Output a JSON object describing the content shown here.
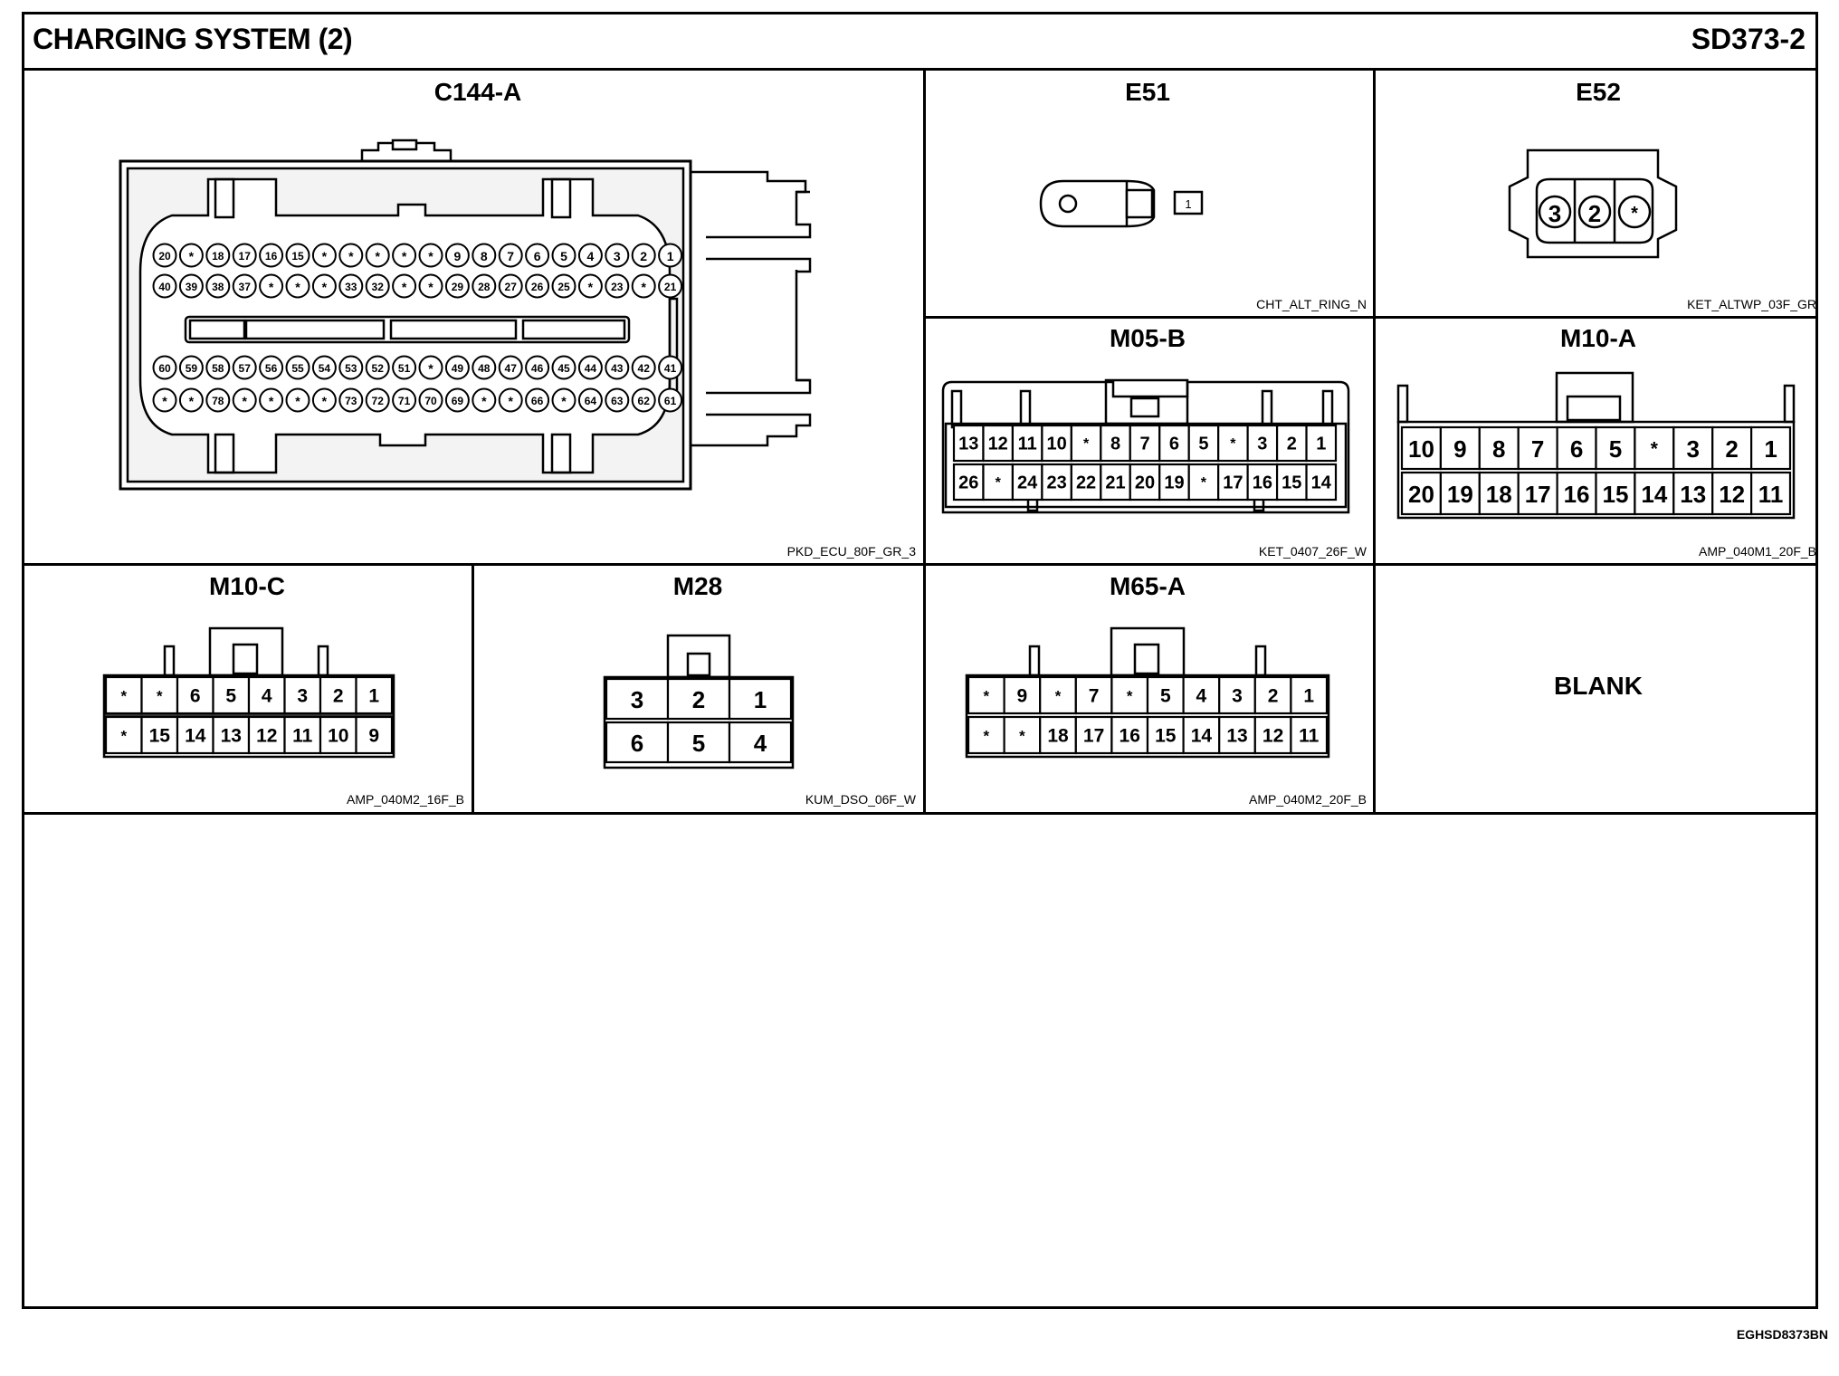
{
  "header": {
    "title": "CHARGING SYSTEM (2)",
    "code": "SD373-2"
  },
  "footer": {
    "code": "EGHSD8373BN"
  },
  "connectors": {
    "c144a": {
      "name": "C144-A",
      "part": "PKD_ECU_80F_GR_3",
      "rows": [
        [
          "20",
          "*",
          "18",
          "17",
          "16",
          "15",
          "*",
          "*",
          "*",
          "*",
          "*",
          "9",
          "8",
          "7",
          "6",
          "5",
          "4",
          "3",
          "2",
          "1"
        ],
        [
          "40",
          "39",
          "38",
          "37",
          "*",
          "*",
          "*",
          "33",
          "32",
          "*",
          "*",
          "29",
          "28",
          "27",
          "26",
          "25",
          "*",
          "23",
          "*",
          "21"
        ],
        [
          "60",
          "59",
          "58",
          "57",
          "56",
          "55",
          "54",
          "53",
          "52",
          "51",
          "*",
          "49",
          "48",
          "47",
          "46",
          "45",
          "44",
          "43",
          "42",
          "41"
        ],
        [
          "*",
          "*",
          "78",
          "*",
          "*",
          "*",
          "*",
          "73",
          "72",
          "71",
          "70",
          "69",
          "*",
          "*",
          "66",
          "*",
          "64",
          "63",
          "62",
          "61"
        ]
      ]
    },
    "e51": {
      "name": "E51",
      "part": "CHT_ALT_RING_N",
      "pin": "1"
    },
    "e52": {
      "name": "E52",
      "part": "KET_ALTWP_03F_GR",
      "pins": [
        "3",
        "2",
        "*"
      ]
    },
    "m05b": {
      "name": "M05-B",
      "part": "KET_0407_26F_W",
      "row1": [
        "13",
        "12",
        "11",
        "10",
        "*",
        "8",
        "7",
        "6",
        "5",
        "*",
        "3",
        "2",
        "1"
      ],
      "row2": [
        "26",
        "*",
        "24",
        "23",
        "22",
        "21",
        "20",
        "19",
        "*",
        "17",
        "16",
        "15",
        "14"
      ]
    },
    "m10a": {
      "name": "M10-A",
      "part": "AMP_040M1_20F_B",
      "row1": [
        "10",
        "9",
        "8",
        "7",
        "6",
        "5",
        "*",
        "3",
        "2",
        "1"
      ],
      "row2": [
        "20",
        "19",
        "18",
        "17",
        "16",
        "15",
        "14",
        "13",
        "12",
        "11"
      ]
    },
    "m10c": {
      "name": "M10-C",
      "part": "AMP_040M2_16F_B",
      "row1": [
        "*",
        "*",
        "6",
        "5",
        "4",
        "3",
        "2",
        "1"
      ],
      "row2": [
        "*",
        "15",
        "14",
        "13",
        "12",
        "11",
        "10",
        "9"
      ]
    },
    "m28": {
      "name": "M28",
      "part": "KUM_DSO_06F_W",
      "row1": [
        "3",
        "2",
        "1"
      ],
      "row2": [
        "6",
        "5",
        "4"
      ]
    },
    "m65a": {
      "name": "M65-A",
      "part": "AMP_040M2_20F_B",
      "row1": [
        "*",
        "9",
        "*",
        "7",
        "*",
        "5",
        "4",
        "3",
        "2",
        "1"
      ],
      "row2": [
        "*",
        "*",
        "18",
        "17",
        "16",
        "15",
        "14",
        "13",
        "12",
        "11"
      ]
    },
    "blank": {
      "label": "BLANK"
    }
  }
}
